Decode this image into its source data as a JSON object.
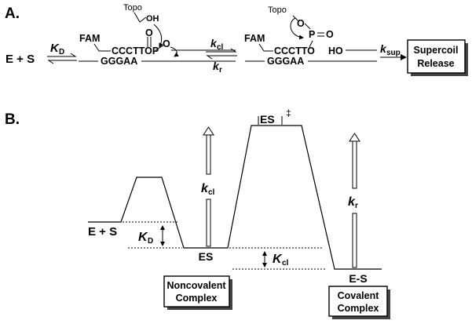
{
  "panel_a": {
    "label": "A.",
    "reactant": "E + S",
    "kd": {
      "sym": "K",
      "sub": "D"
    },
    "left": {
      "topo": "Topo",
      "oh": "OH",
      "fam": "FAM",
      "top": "CCCTTOP",
      "p_o1": "O",
      "p_o2": "O",
      "bottom": "GGGAA"
    },
    "kcl": {
      "sym": "k",
      "sub": "cl"
    },
    "kr": {
      "sym": "k",
      "sub": "r"
    },
    "right": {
      "topo": "Topo",
      "o": "O",
      "p": "P",
      "p_o": "O",
      "fam": "FAM",
      "top": "CCCTTO",
      "ho": "HO",
      "bottom": "GGGAA"
    },
    "ksup": {
      "sym": "k",
      "sub": "sup"
    },
    "product_line1": "Supercoil",
    "product_line2": "Release"
  },
  "panel_b": {
    "label": "B.",
    "es": "ES",
    "ts_label": "ES",
    "ts_mark": "‡",
    "kcl": {
      "sym": "k",
      "sub": "cl"
    },
    "kr": {
      "sym": "k",
      "sub": "r"
    },
    "reactant": "E + S",
    "kd": {
      "sym": "K",
      "sub": "D"
    },
    "kcl_eq": {
      "sym": "K",
      "sub": "cl"
    },
    "covalent": "E-S",
    "noncovalent_box": {
      "line1": "Noncovalent",
      "line2": "Complex"
    },
    "covalent_box": {
      "line1": "Covalent",
      "line2": "Complex"
    }
  }
}
